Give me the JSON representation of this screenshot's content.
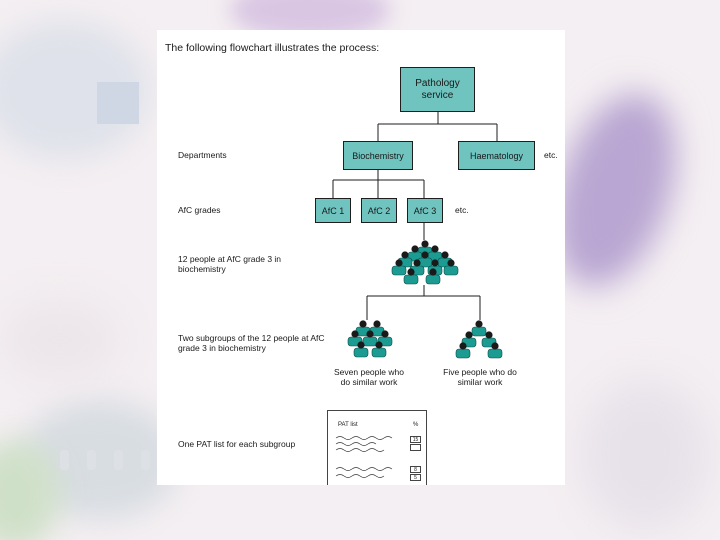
{
  "intro_text": "The following flowchart illustrates the process:",
  "nodes": {
    "root": "Pathology service",
    "biochemistry": "Biochemistry",
    "haematology": "Haematology",
    "dept_etc": "etc.",
    "afc1": "AfC 1",
    "afc2": "AfC 2",
    "afc3": "AfC 3",
    "afc_etc": "etc."
  },
  "row_labels": {
    "departments": "Departments",
    "afc_grades": "AfC grades",
    "people": "12 people at AfC grade 3 in biochemistry",
    "subgroups": "Two subgroups of the 12 people at AfC grade 3 in biochemistry",
    "pat_list": "One PAT list for each subgroup"
  },
  "subgroups": {
    "seven": "Seven people who do similar work",
    "five": "Five people who do similar work"
  },
  "pat_sheet": {
    "title": "PAT list",
    "pct_header": "%",
    "cell_values": [
      "15",
      "",
      "8",
      "5"
    ]
  },
  "colors": {
    "box_fill": "#6fc4c0",
    "figure_body": "#1b9b92",
    "figure_head": "#1a1a1a"
  },
  "icons": [
    "person-group-icon",
    "pat-list-sheet-icon"
  ]
}
